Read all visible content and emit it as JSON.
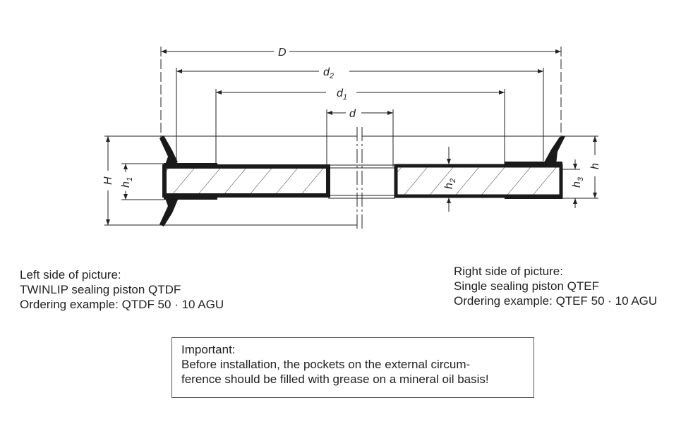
{
  "dimensions": {
    "D": "D",
    "d2": "d",
    "d2_sub": "2",
    "d1": "d",
    "d1_sub": "1",
    "d": "d",
    "H": "H",
    "h1": "h",
    "h1_sub": "1",
    "h2": "h",
    "h2_sub": "2",
    "h3": "h",
    "h3_sub": "3",
    "h": "h"
  },
  "left_side": {
    "line1": "Left side of picture:",
    "line2": "TWINLIP sealing piston QTDF",
    "line3": "Ordering example: QTDF 50 · 10 AGU"
  },
  "right_side": {
    "line1": "Right side of picture:",
    "line2": "Single sealing piston QTEF",
    "line3": "Ordering example: QTEF 50 · 10 AGU"
  },
  "note": {
    "title": "Important:",
    "line1": "Before installation, the pockets on the external circum-",
    "line2": "ference should be filled with grease on a mineral oil basis!"
  }
}
